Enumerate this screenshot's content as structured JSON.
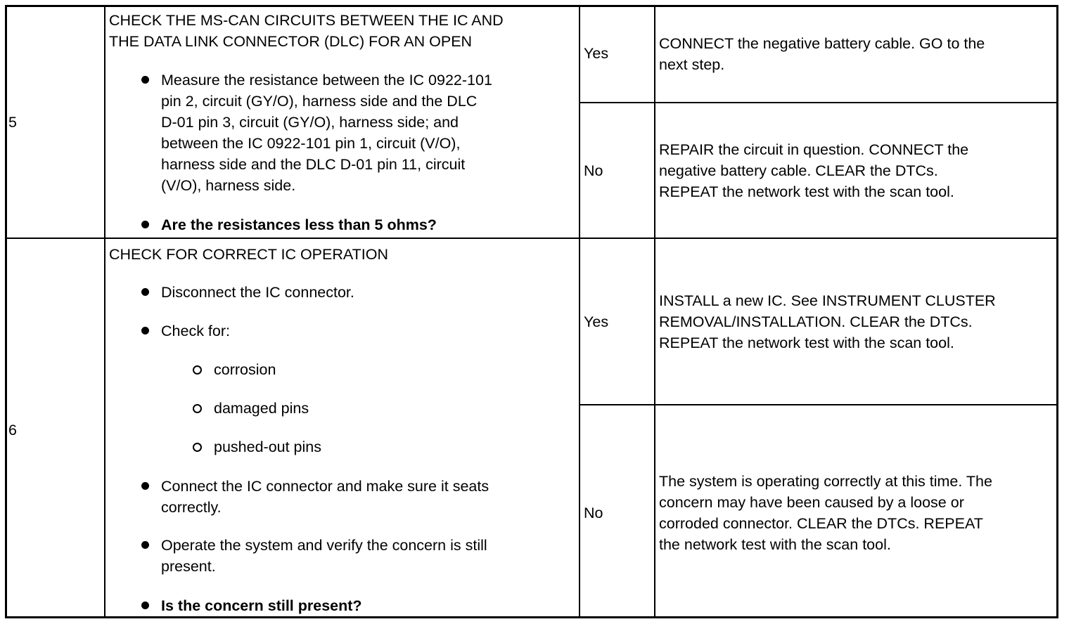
{
  "rows": [
    {
      "step": "5",
      "title": [
        "CHECK THE MS-CAN CIRCUITS BETWEEN THE IC AND",
        "THE DATA LINK CONNECTOR (DLC) FOR AN OPEN"
      ],
      "bullets": [
        {
          "lines": [
            "Measure the resistance between the IC 0922-101",
            "pin 2, circuit (GY/O), harness side and the DLC",
            "D-01 pin 3, circuit (GY/O), harness side; and",
            "between the IC 0922-101 pin 1, circuit (V/O),",
            "harness side and the DLC D-01 pin 11, circuit",
            "(V/O), harness side."
          ]
        },
        {
          "lines": [
            "Are the resistances less than 5 ohms?"
          ],
          "bold": true
        }
      ],
      "yes_label": "Yes",
      "yes_action": [
        "CONNECT the negative battery cable. GO to the",
        "next step."
      ],
      "no_label": "No",
      "no_action": [
        "REPAIR the circuit in question. CONNECT the",
        "negative battery cable. CLEAR the DTCs.",
        "REPEAT the network test with the scan tool."
      ]
    },
    {
      "step": "6",
      "title": [
        "CHECK FOR CORRECT IC OPERATION"
      ],
      "bullets": [
        {
          "lines": [
            "Disconnect the IC connector."
          ]
        },
        {
          "lines": [
            "Check for:"
          ]
        },
        {
          "lines": [
            "corrosion"
          ],
          "sub": true
        },
        {
          "lines": [
            "damaged pins"
          ],
          "sub": true
        },
        {
          "lines": [
            "pushed-out pins"
          ],
          "sub": true
        },
        {
          "lines": [
            "Connect the IC connector and make sure it seats",
            "correctly."
          ]
        },
        {
          "lines": [
            "Operate the system and verify the concern is still",
            "present."
          ]
        },
        {
          "lines": [
            "Is the concern still present?"
          ],
          "bold": true
        }
      ],
      "yes_label": "Yes",
      "yes_action": [
        "INSTALL a new IC. See INSTRUMENT CLUSTER",
        "REMOVAL/INSTALLATION. CLEAR the DTCs.",
        "REPEAT the network test with the scan tool."
      ],
      "no_label": "No",
      "no_action": [
        "The system is operating correctly at this time. The",
        "concern may have been caused by a loose or",
        "corroded connector. CLEAR the DTCs. REPEAT",
        "the network test with the scan tool."
      ]
    }
  ]
}
